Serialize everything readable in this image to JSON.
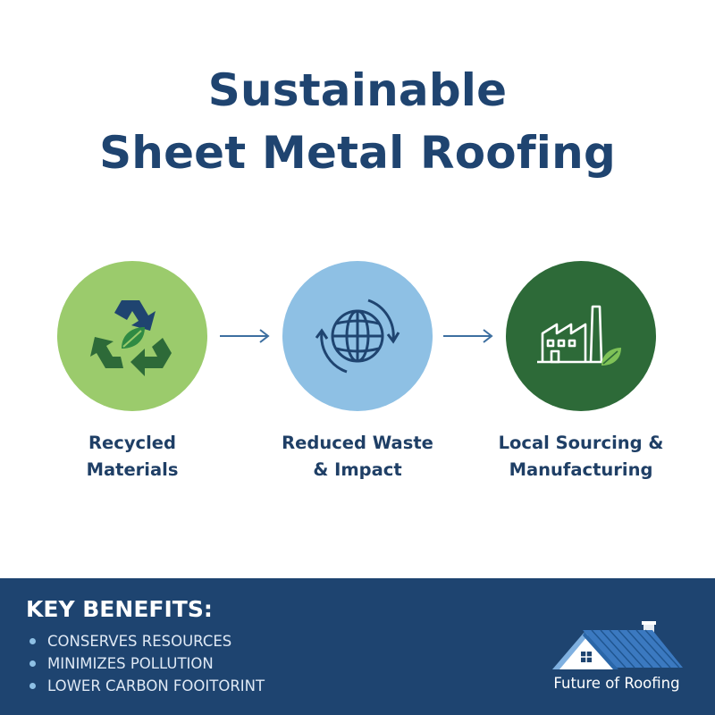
{
  "title": {
    "line1": "Sustainable",
    "line2": "Sheet Metal Roofing"
  },
  "steps": [
    {
      "line1": "Recycled",
      "line2": "Materials",
      "icon": "recycle-icon",
      "color": "#9bcb6c"
    },
    {
      "line1": "Reduced Waste",
      "line2": "& Impact",
      "icon": "globe-cycle-icon",
      "color": "#8ec0e4"
    },
    {
      "line1": "Local Sourcing &",
      "line2": "Manufacturing",
      "icon": "factory-leaf-icon",
      "color": "#2d6a38"
    }
  ],
  "benefits": {
    "title": "KEY BENEFITS:",
    "items": [
      "CONSERVES RESOURCES",
      "MINIMIZES POLLUTION",
      "LOWER CARBON FOOITORINT"
    ]
  },
  "logo": {
    "text": "Future of Roofing",
    "icon": "house-roof-icon"
  },
  "colors": {
    "navy": "#1e4470",
    "text": "#1f4470",
    "green_light": "#9bcb6c",
    "blue_light": "#8ec0e4",
    "green_dark": "#2d6a38"
  }
}
